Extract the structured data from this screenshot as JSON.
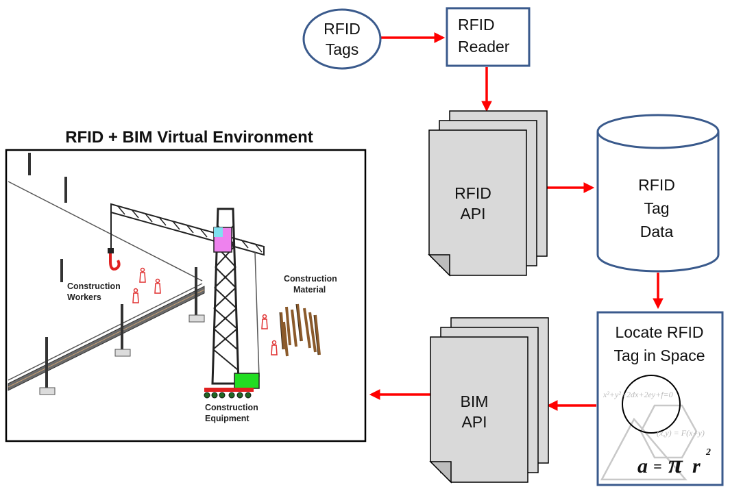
{
  "nodes": {
    "rfid_tags": {
      "line1": "RFID",
      "line2": "Tags"
    },
    "rfid_reader": {
      "line1": "RFID",
      "line2": "Reader"
    },
    "rfid_api": {
      "line1": "RFID",
      "line2": "API"
    },
    "rfid_tag_data": {
      "line1": "RFID",
      "line2": "Tag",
      "line3": "Data"
    },
    "locate": {
      "line1": "Locate RFID",
      "line2": "Tag in Space"
    },
    "bim_api": {
      "line1": "BIM",
      "line2": "API"
    }
  },
  "locate_formulas": {
    "circle_eq": "x²+y²+2dx+2ey+f=0",
    "func": "(x,y) = F(x+y)",
    "area_a": "a",
    "area_eq": "=",
    "area_pi": "π",
    "area_r": "r",
    "area_exp": "2"
  },
  "environment": {
    "title": "RFID + BIM Virtual Environment",
    "labels": {
      "workers_1": "Construction",
      "workers_2": "Workers",
      "material_1": "Construction",
      "material_2": "Material",
      "equipment_1": "Construction",
      "equipment_2": "Equipment"
    }
  },
  "colors": {
    "arrow": "#ff0000",
    "box_border": "#3a5a8c",
    "page_fill": "#d9d9d9",
    "crane_pink": "#ee82ee",
    "crane_cyan": "#7fe0f0",
    "crane_green": "#22dd22",
    "worker_red": "#e03030"
  }
}
